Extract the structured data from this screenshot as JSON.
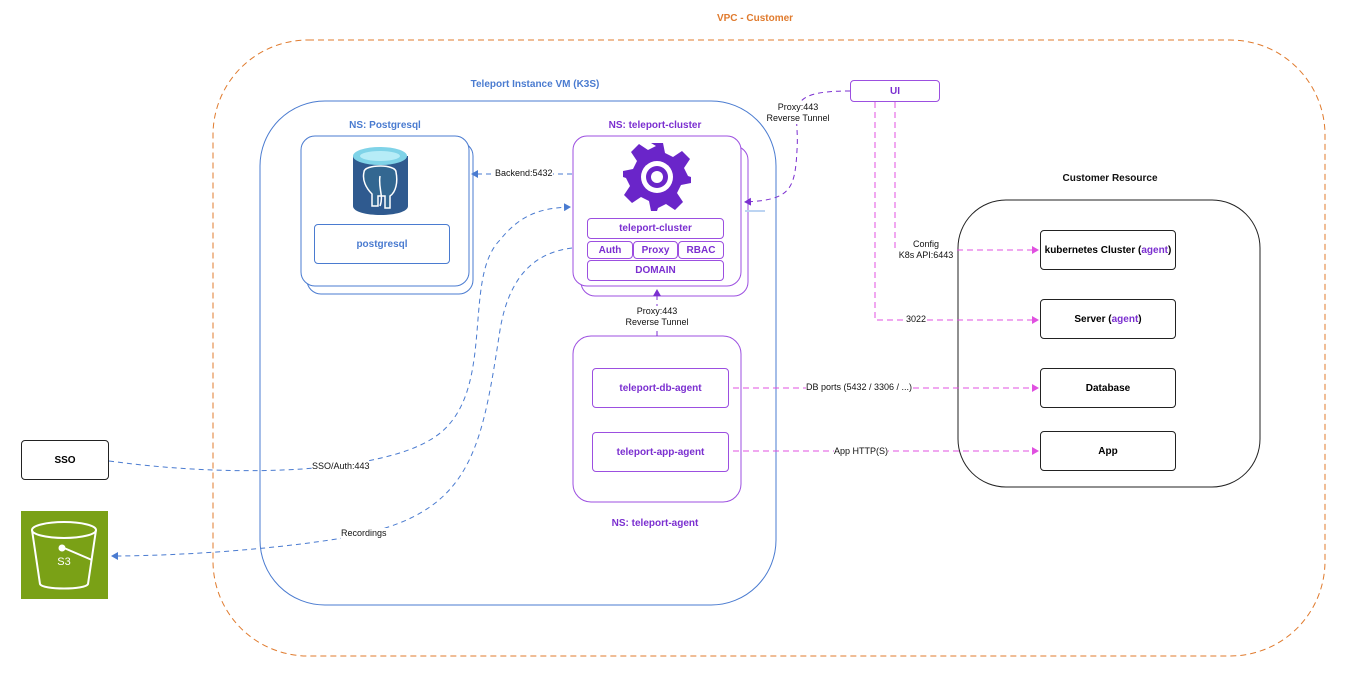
{
  "vpc": {
    "title": "VPC - Customer"
  },
  "teleport_vm": {
    "title": "Teleport Instance VM (K3S)"
  },
  "ns_postgresql": {
    "title": "NS: Postgresql",
    "db_label": "postgresql"
  },
  "ns_cluster": {
    "title": "NS: teleport-cluster",
    "cluster_label": "teleport-cluster",
    "services": [
      "Auth",
      "Proxy",
      "RBAC"
    ],
    "domain_label": "DOMAIN"
  },
  "ns_agent": {
    "title": "NS: teleport-agent",
    "db_agent": "teleport-db-agent",
    "app_agent": "teleport-app-agent"
  },
  "ui": {
    "label": "UI"
  },
  "sso": {
    "label": "SSO"
  },
  "s3": {
    "label": "S3"
  },
  "customer": {
    "title": "Customer Resource",
    "k8s_prefix": "kubernetes Cluster (",
    "k8s_agent": "agent",
    "k8s_suffix": ")",
    "server_prefix": "Server (",
    "server_agent": "agent",
    "server_suffix": ")",
    "database": "Database",
    "app": "App"
  },
  "edges": {
    "backend": "Backend:5432",
    "proxy_top_1": "Proxy:443",
    "proxy_top_2": "Reverse Tunnel",
    "proxy_mid_1": "Proxy:443",
    "proxy_mid_2": "Reverse Tunnel",
    "config_1": "Config",
    "config_2": "K8s API:6443",
    "ssh": "3022",
    "db_ports": "DB ports (5432 / 3306 / ...)",
    "app_http": "App HTTP(S)",
    "sso_auth": "SSO/Auth:443",
    "recordings": "Recordings"
  },
  "colors": {
    "orange": "#e07b2e",
    "blue": "#4a7bd0",
    "purple": "#9c4fe0",
    "magenta": "#e050e0",
    "s3_green": "#7aa116",
    "postgres_blue": "#336791"
  }
}
